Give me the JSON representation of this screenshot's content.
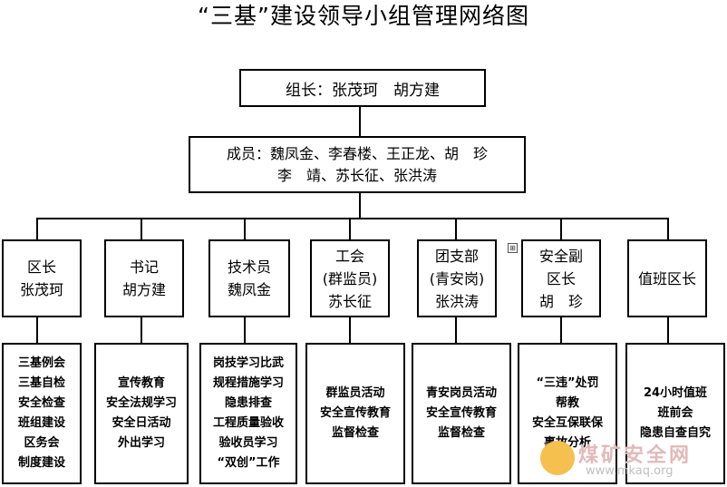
{
  "title": "“三基”建设领导小组管理网络图",
  "leader": "组长：张茂珂　胡方建",
  "members": [
    "成员：魏凤金、李春楼、王正龙、胡　珍",
    "李　靖、苏长征、张洪涛"
  ],
  "units": [
    {
      "role": [
        "区长",
        "张茂珂"
      ],
      "duties": [
        "三基例会",
        "三基自检",
        "安全检查",
        "班组建设",
        "区务会",
        "制度建设"
      ]
    },
    {
      "role": [
        "书记",
        "胡方建"
      ],
      "duties": [
        "宣传教育",
        "安全法规学习",
        "安全日活动",
        "外出学习"
      ]
    },
    {
      "role": [
        "技术员",
        "魏凤金"
      ],
      "duties": [
        "岗技学习比武",
        "规程措施学习",
        "隐患排查",
        "工程质量验收",
        "验收员学习",
        "“双创”工作"
      ]
    },
    {
      "role": [
        "工会",
        "(群监员)",
        "苏长征"
      ],
      "duties": [
        "群监员活动",
        "安全宣传教育",
        "监督检查"
      ]
    },
    {
      "role": [
        "团支部",
        "(青安岗)",
        "张洪涛"
      ],
      "duties": [
        "青安岗员活动",
        "安全宣传教育",
        "监督检查"
      ]
    },
    {
      "role": [
        "安全副",
        "区长",
        "胡　珍"
      ],
      "duties": [
        "“三违”处罚",
        "帮教",
        "安全互保联保",
        "事故分析"
      ]
    },
    {
      "role": [
        "值班区长"
      ],
      "duties": [
        "24小时值班",
        "班前会",
        "隐患自查自究"
      ]
    }
  ],
  "watermark": {
    "text": "煤矿安全网",
    "url": "www.mkaq.org"
  }
}
